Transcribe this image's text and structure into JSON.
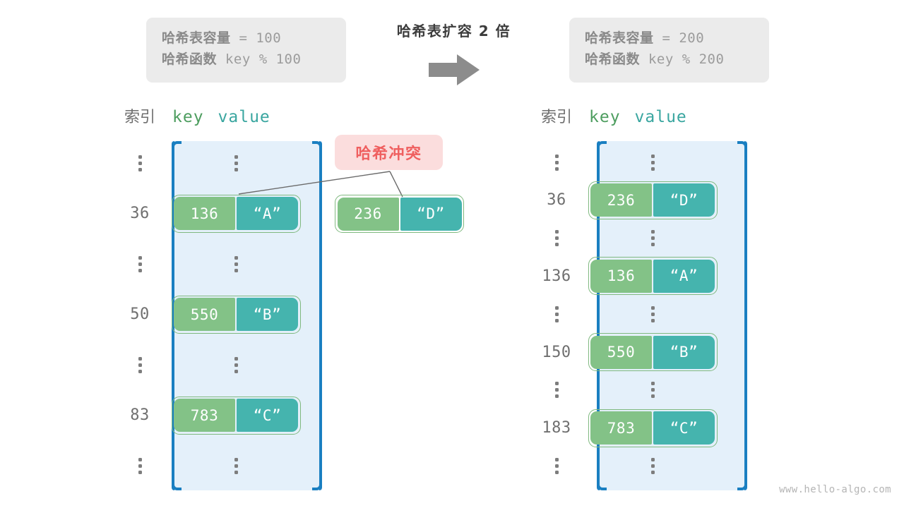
{
  "transform": {
    "title": "哈希表扩容 2 倍",
    "arrow_icon": "arrow-right-icon"
  },
  "watermark": "www.hello-algo.com",
  "collision": {
    "badge_label": "哈希冲突",
    "badge_bg": "#fbdddd",
    "badge_color": "#ef5f5f"
  },
  "colors": {
    "array_bg": "#e4f0fa",
    "bracket": "#1a7fc1",
    "key_cell": "#83c287",
    "value_cell": "#45b4ae",
    "pair_border": "#7fb97f",
    "info_bg": "#ebebeb",
    "info_label": "#8a8a8a",
    "info_mono": "#9c9c9c",
    "index_text": "#6f6f6f",
    "key_head": "#4d9d5f",
    "value_head": "#3aa6a0",
    "dots": "#7d7d7d",
    "arrow": "#8c8c8c"
  },
  "left": {
    "info": {
      "capacity_label": "哈希表容量",
      "capacity_value": " = 100",
      "function_label": "哈希函数",
      "function_value": " key % 100"
    },
    "header": {
      "index": "索引",
      "key": "key",
      "value": "value"
    },
    "rows": [
      {
        "type": "dots",
        "index": "",
        "key": "",
        "value": ""
      },
      {
        "type": "pair",
        "index": "36",
        "key": "136",
        "value": "“A”"
      },
      {
        "type": "dots",
        "index": "",
        "key": "",
        "value": ""
      },
      {
        "type": "pair",
        "index": "50",
        "key": "550",
        "value": "“B”"
      },
      {
        "type": "dots",
        "index": "",
        "key": "",
        "value": ""
      },
      {
        "type": "pair",
        "index": "83",
        "key": "783",
        "value": "“C”"
      },
      {
        "type": "dots",
        "index": "",
        "key": "",
        "value": ""
      }
    ],
    "collided_pair": {
      "key": "236",
      "value": "“D”"
    }
  },
  "right": {
    "info": {
      "capacity_label": "哈希表容量",
      "capacity_value": " = 200",
      "function_label": "哈希函数",
      "function_value": " key % 200"
    },
    "header": {
      "index": "索引",
      "key": "key",
      "value": "value"
    },
    "rows": [
      {
        "type": "dots",
        "index": "",
        "key": "",
        "value": ""
      },
      {
        "type": "pair",
        "index": "36",
        "key": "236",
        "value": "“D”"
      },
      {
        "type": "dots",
        "index": "",
        "key": "",
        "value": ""
      },
      {
        "type": "pair",
        "index": "136",
        "key": "136",
        "value": "“A”"
      },
      {
        "type": "dots",
        "index": "",
        "key": "",
        "value": ""
      },
      {
        "type": "pair",
        "index": "150",
        "key": "550",
        "value": "“B”"
      },
      {
        "type": "dots",
        "index": "",
        "key": "",
        "value": ""
      },
      {
        "type": "pair",
        "index": "183",
        "key": "783",
        "value": "“C”"
      },
      {
        "type": "dots",
        "index": "",
        "key": "",
        "value": ""
      }
    ]
  }
}
